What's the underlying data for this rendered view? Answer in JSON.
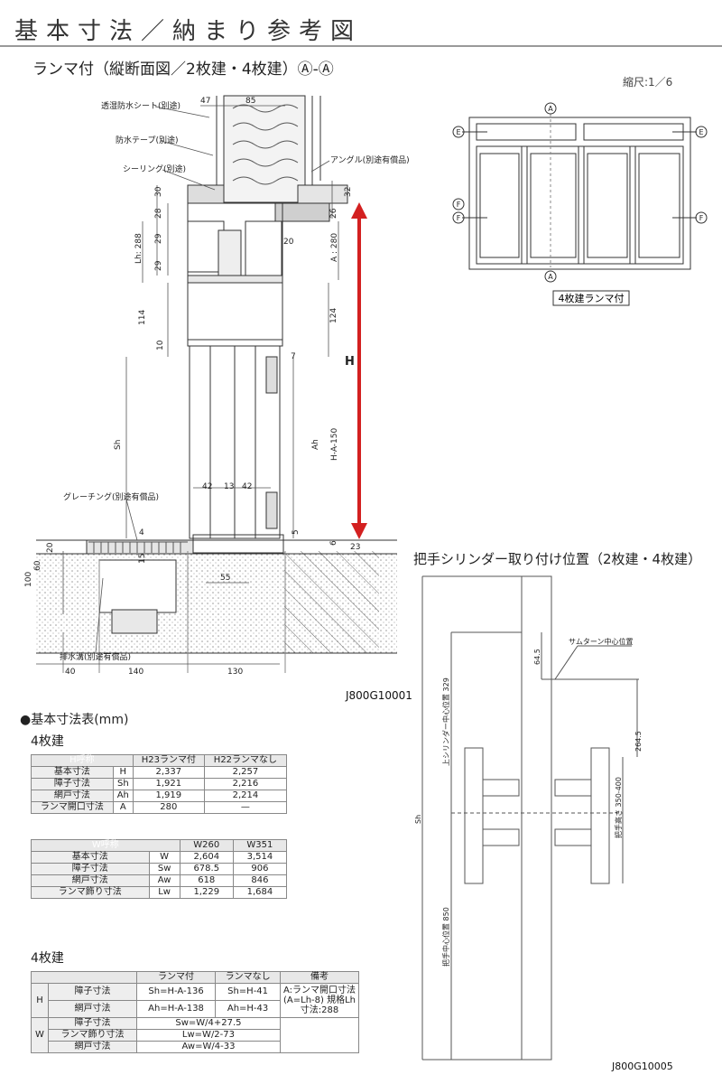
{
  "header": {
    "title": "基本寸法／納まり参考図"
  },
  "section_title": "ランマ付（縦断面図／2枚建・4枚建）Ⓐ-Ⓐ",
  "scale": "縮尺:1／6",
  "section_drawing": {
    "labels": {
      "sheet": "透湿防水シート(別途)",
      "tape": "防水テープ(別途)",
      "sealing": "シーリング(別途)",
      "angle": "アングル(別途有償品)",
      "grating": "グレーチング(別途有償品)",
      "drain": "排水溝(別途有償品)"
    },
    "dims": {
      "d47": "47",
      "d85": "85",
      "d30": "30",
      "d32": "32",
      "d28": "28",
      "d26": "26",
      "d29a": "29",
      "d29b": "29",
      "d20": "20",
      "lh": "Lh: 288",
      "a280": "A : 280",
      "d114": "114",
      "d124": "124",
      "d10": "10",
      "d7": "7",
      "h": "H",
      "sh": "Sh",
      "ah": "Ah",
      "ha150": "H-A-150",
      "d42a": "42",
      "d13": "13",
      "d42b": "42",
      "d4": "4",
      "d15": "15",
      "d20b": "20",
      "d60": "60",
      "d100": "100",
      "d55": "55",
      "d5": "5",
      "d6": "6",
      "d23": "23",
      "d40": "40",
      "d140": "140",
      "d130": "130"
    },
    "code": "J800G10001"
  },
  "elevation": {
    "markers": {
      "a_top": "A",
      "a_bottom": "A",
      "e_left": "E",
      "e_right": "E",
      "f_left1": "F",
      "f_left2": "F",
      "f_right": "F"
    },
    "caption": "4枚建ランマ付"
  },
  "handle_section": {
    "title": "把手シリンダー取り付け位置（2枚建・4枚建）",
    "labels": {
      "thumbturn": "サムターン中心位置",
      "upper_cyl": "上シリンダー中心位置 329",
      "handle_center": "把手中心位置 850",
      "sh": "Sh",
      "d64": "64.5",
      "d264": "264.5",
      "handle_height": "把手高さ 350-400"
    },
    "code": "J800G10005"
  },
  "dim_table": {
    "title": "●基本寸法表(mm)",
    "subtitle": "4枚建",
    "h_table": {
      "head": [
        "H呼称",
        "H23ランマ付",
        "H22ランマなし"
      ],
      "rows": [
        [
          "基本寸法",
          "H",
          "2,337",
          "2,257"
        ],
        [
          "障子寸法",
          "Sh",
          "1,921",
          "2,216"
        ],
        [
          "網戸寸法",
          "Ah",
          "1,919",
          "2,214"
        ],
        [
          "ランマ開口寸法",
          "A",
          "280",
          "—"
        ]
      ]
    },
    "w_table": {
      "head": [
        "W呼称",
        "W260",
        "W351"
      ],
      "rows": [
        [
          "基本寸法",
          "W",
          "2,604",
          "3,514"
        ],
        [
          "障子寸法",
          "Sw",
          "678.5",
          "906"
        ],
        [
          "網戸寸法",
          "Aw",
          "618",
          "846"
        ],
        [
          "ランマ飾り寸法",
          "Lw",
          "1,229",
          "1,684"
        ]
      ]
    }
  },
  "formula_table": {
    "title": "4枚建",
    "head": [
      "ランマ付",
      "ランマなし",
      "備考"
    ],
    "h_group": "H",
    "w_group": "W",
    "h_rows": [
      [
        "障子寸法",
        "Sh=H-A-136",
        "Sh=H-41"
      ],
      [
        "網戸寸法",
        "Ah=H-A-138",
        "Ah=H-43"
      ]
    ],
    "note": "A:ランマ開口寸法 (A=Lh-8) 規格Lh寸法:288",
    "w_rows": [
      [
        "障子寸法",
        "Sw=W/4+27.5"
      ],
      [
        "ランマ飾り寸法",
        "Lw=W/2-73"
      ],
      [
        "網戸寸法",
        "Aw=W/4-33"
      ]
    ]
  }
}
